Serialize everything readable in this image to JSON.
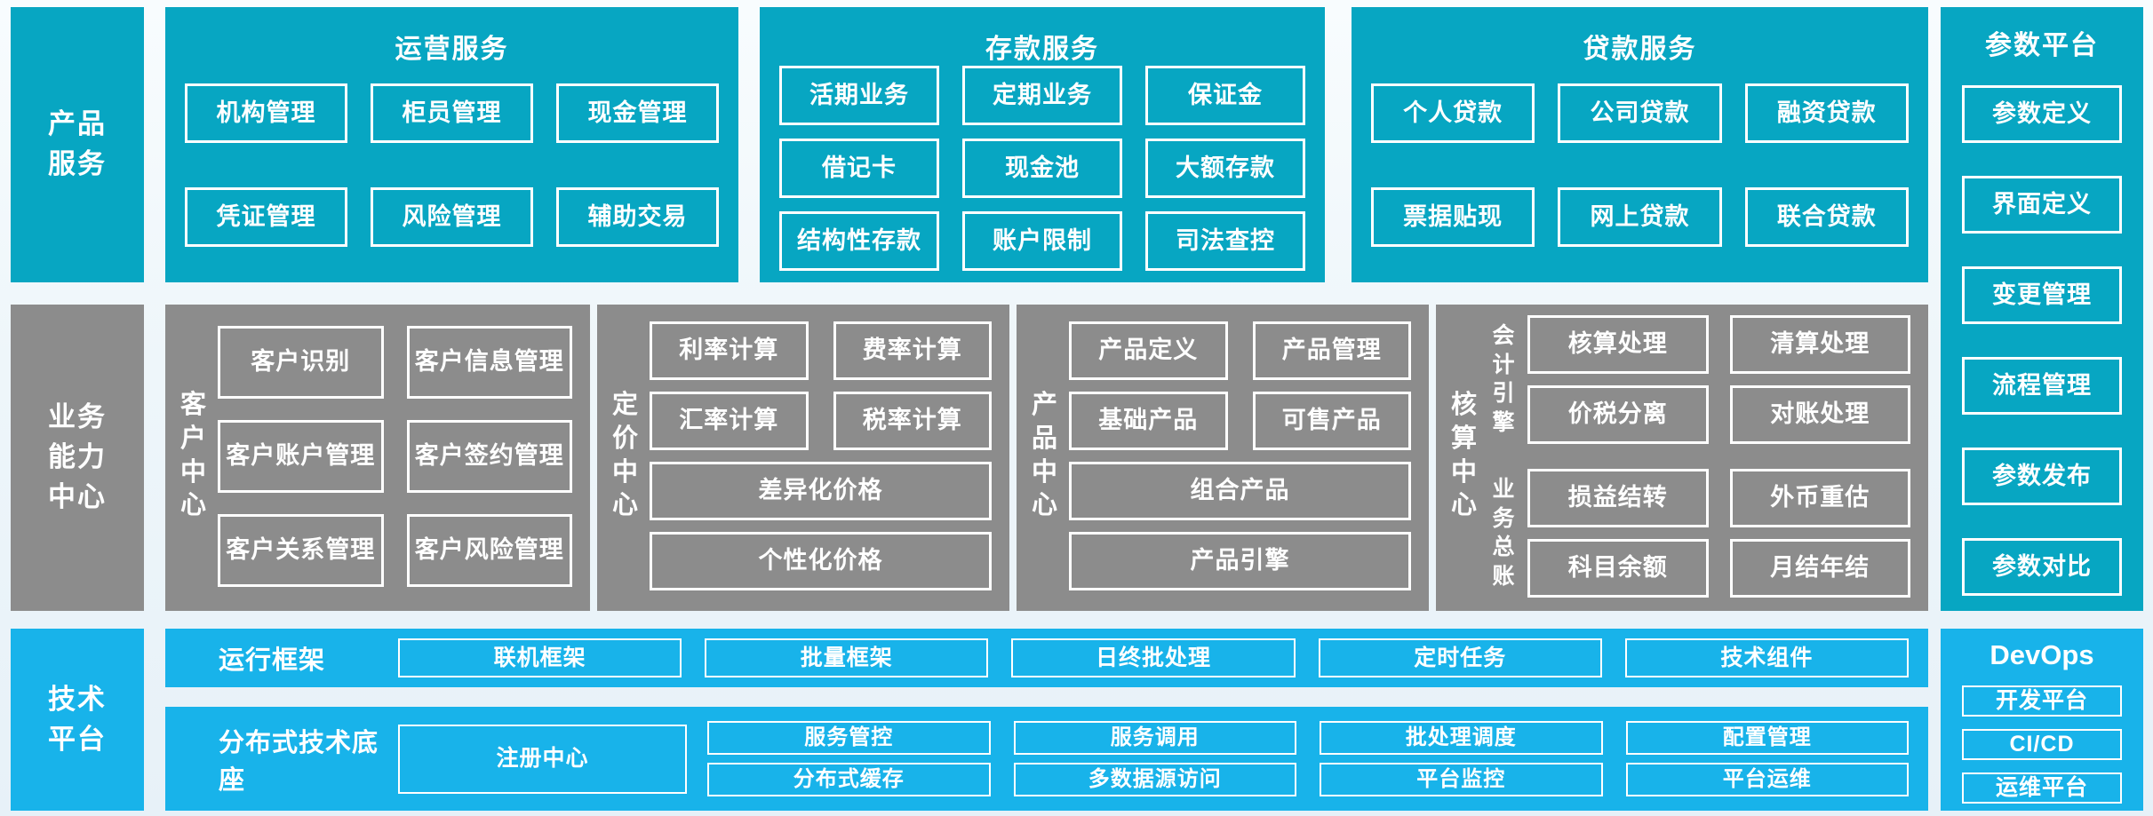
{
  "palette": {
    "teal": "#07a6c2",
    "gray": "#8c8c8c",
    "light_blue": "#18b3ea",
    "text": "#ffffff",
    "page_background": "#eef6fa"
  },
  "product_services": {
    "sidebar_label": "产品\n服务",
    "sections": [
      {
        "title": "运营服务",
        "items": [
          "机构管理",
          "柜员管理",
          "现金管理",
          "凭证管理",
          "风险管理",
          "辅助交易"
        ]
      },
      {
        "title": "存款服务",
        "items": [
          "活期业务",
          "定期业务",
          "保证金",
          "借记卡",
          "现金池",
          "大额存款",
          "结构性存款",
          "账户限制",
          "司法查控"
        ]
      },
      {
        "title": "贷款服务",
        "items": [
          "个人贷款",
          "公司贷款",
          "融资贷款",
          "票据贴现",
          "网上贷款",
          "联合贷款"
        ]
      }
    ]
  },
  "param_platform": {
    "title": "参数平台",
    "items": [
      "参数定义",
      "界面定义",
      "变更管理",
      "流程管理",
      "参数发布",
      "参数对比"
    ]
  },
  "business_center": {
    "sidebar_label": "业务\n能力\n中心",
    "customer": {
      "label": "客户中心",
      "items": [
        "客户识别",
        "客户信息管理",
        "客户账户管理",
        "客户签约管理",
        "客户关系管理",
        "客户风险管理"
      ]
    },
    "pricing": {
      "label": "定价中心",
      "items_pairs": [
        "利率计算",
        "费率计算",
        "汇率计算",
        "税率计算"
      ],
      "items_wide": [
        "差异化价格",
        "个性化价格"
      ]
    },
    "product": {
      "label": "产品中心",
      "items_pairs": [
        "产品定义",
        "产品管理",
        "基础产品",
        "可售产品"
      ],
      "items_wide": [
        "组合产品",
        "产品引擎"
      ]
    },
    "accounting": {
      "label": "核算中心",
      "groups": [
        {
          "label": "会计引擎",
          "items": [
            "核算处理",
            "清算处理",
            "价税分离",
            "对账处理"
          ]
        },
        {
          "label": "业务总账",
          "items": [
            "损益结转",
            "外币重估",
            "科目余额",
            "月结年结"
          ]
        }
      ]
    }
  },
  "tech_platform": {
    "sidebar_label": "技术\n平台",
    "runtime": {
      "label": "运行框架",
      "items": [
        "联机框架",
        "批量框架",
        "日终批处理",
        "定时任务",
        "技术组件"
      ]
    },
    "distributed": {
      "label": "分布式技术底座",
      "registry": "注册中心",
      "items": [
        "服务管控",
        "分布式缓存",
        "服务调用",
        "多数据源访问",
        "批处理调度",
        "平台监控",
        "配置管理",
        "平台运维"
      ]
    }
  },
  "devops": {
    "title": "DevOps",
    "items": [
      "开发平台",
      "CI/CD",
      "运维平台"
    ]
  }
}
